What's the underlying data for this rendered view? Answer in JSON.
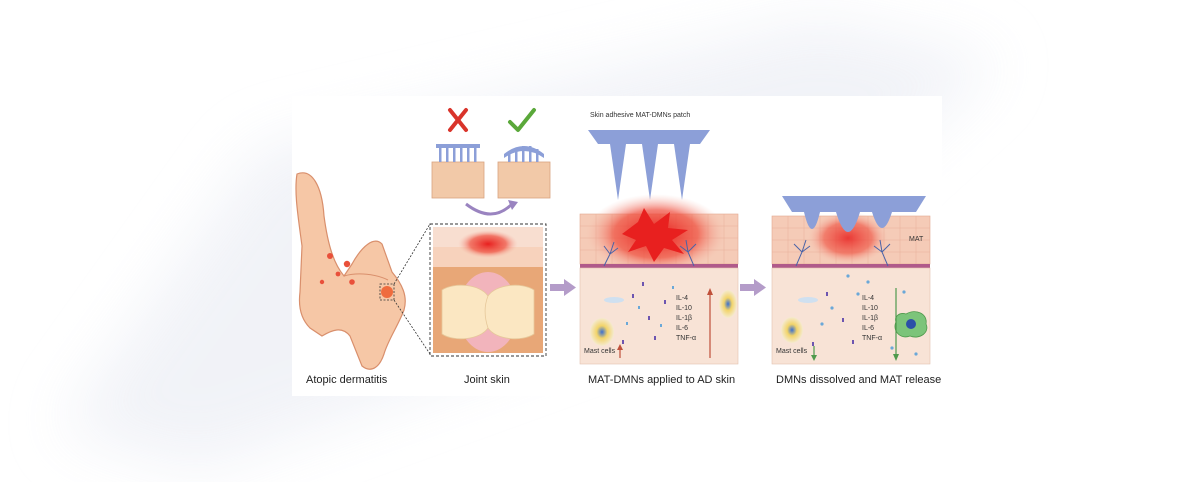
{
  "panels": {
    "atopic": {
      "caption": "Atopic dermatitis"
    },
    "joint": {
      "caption": "Joint skin"
    },
    "applied": {
      "caption": "MAT-DMNs applied to AD skin",
      "patch_label": "Skin adhesive MAT-DMNs patch",
      "mast_label": "Mast cells",
      "cytokines": [
        "IL-4",
        "IL-10",
        "IL-1β",
        "IL-6",
        "TNF-α"
      ]
    },
    "released": {
      "caption": "DMNs dissolved and MAT release",
      "mat_label": "MAT",
      "mast_label": "Mast cells",
      "cytokines": [
        "IL-4",
        "IL-10",
        "IL-1β",
        "IL-6",
        "TNF-α"
      ]
    }
  },
  "colors": {
    "skin": "#f2c9a8",
    "tissue": "#f8e3d6",
    "patch": "#8c9fd8",
    "inflammation": "#e8201f",
    "arrow": "#b49cc9",
    "cross": "#d9342b",
    "check": "#5aa83a"
  },
  "icons": [
    "cross-icon",
    "check-icon",
    "flow-arrow-icon",
    "curved-arrow-icon"
  ]
}
